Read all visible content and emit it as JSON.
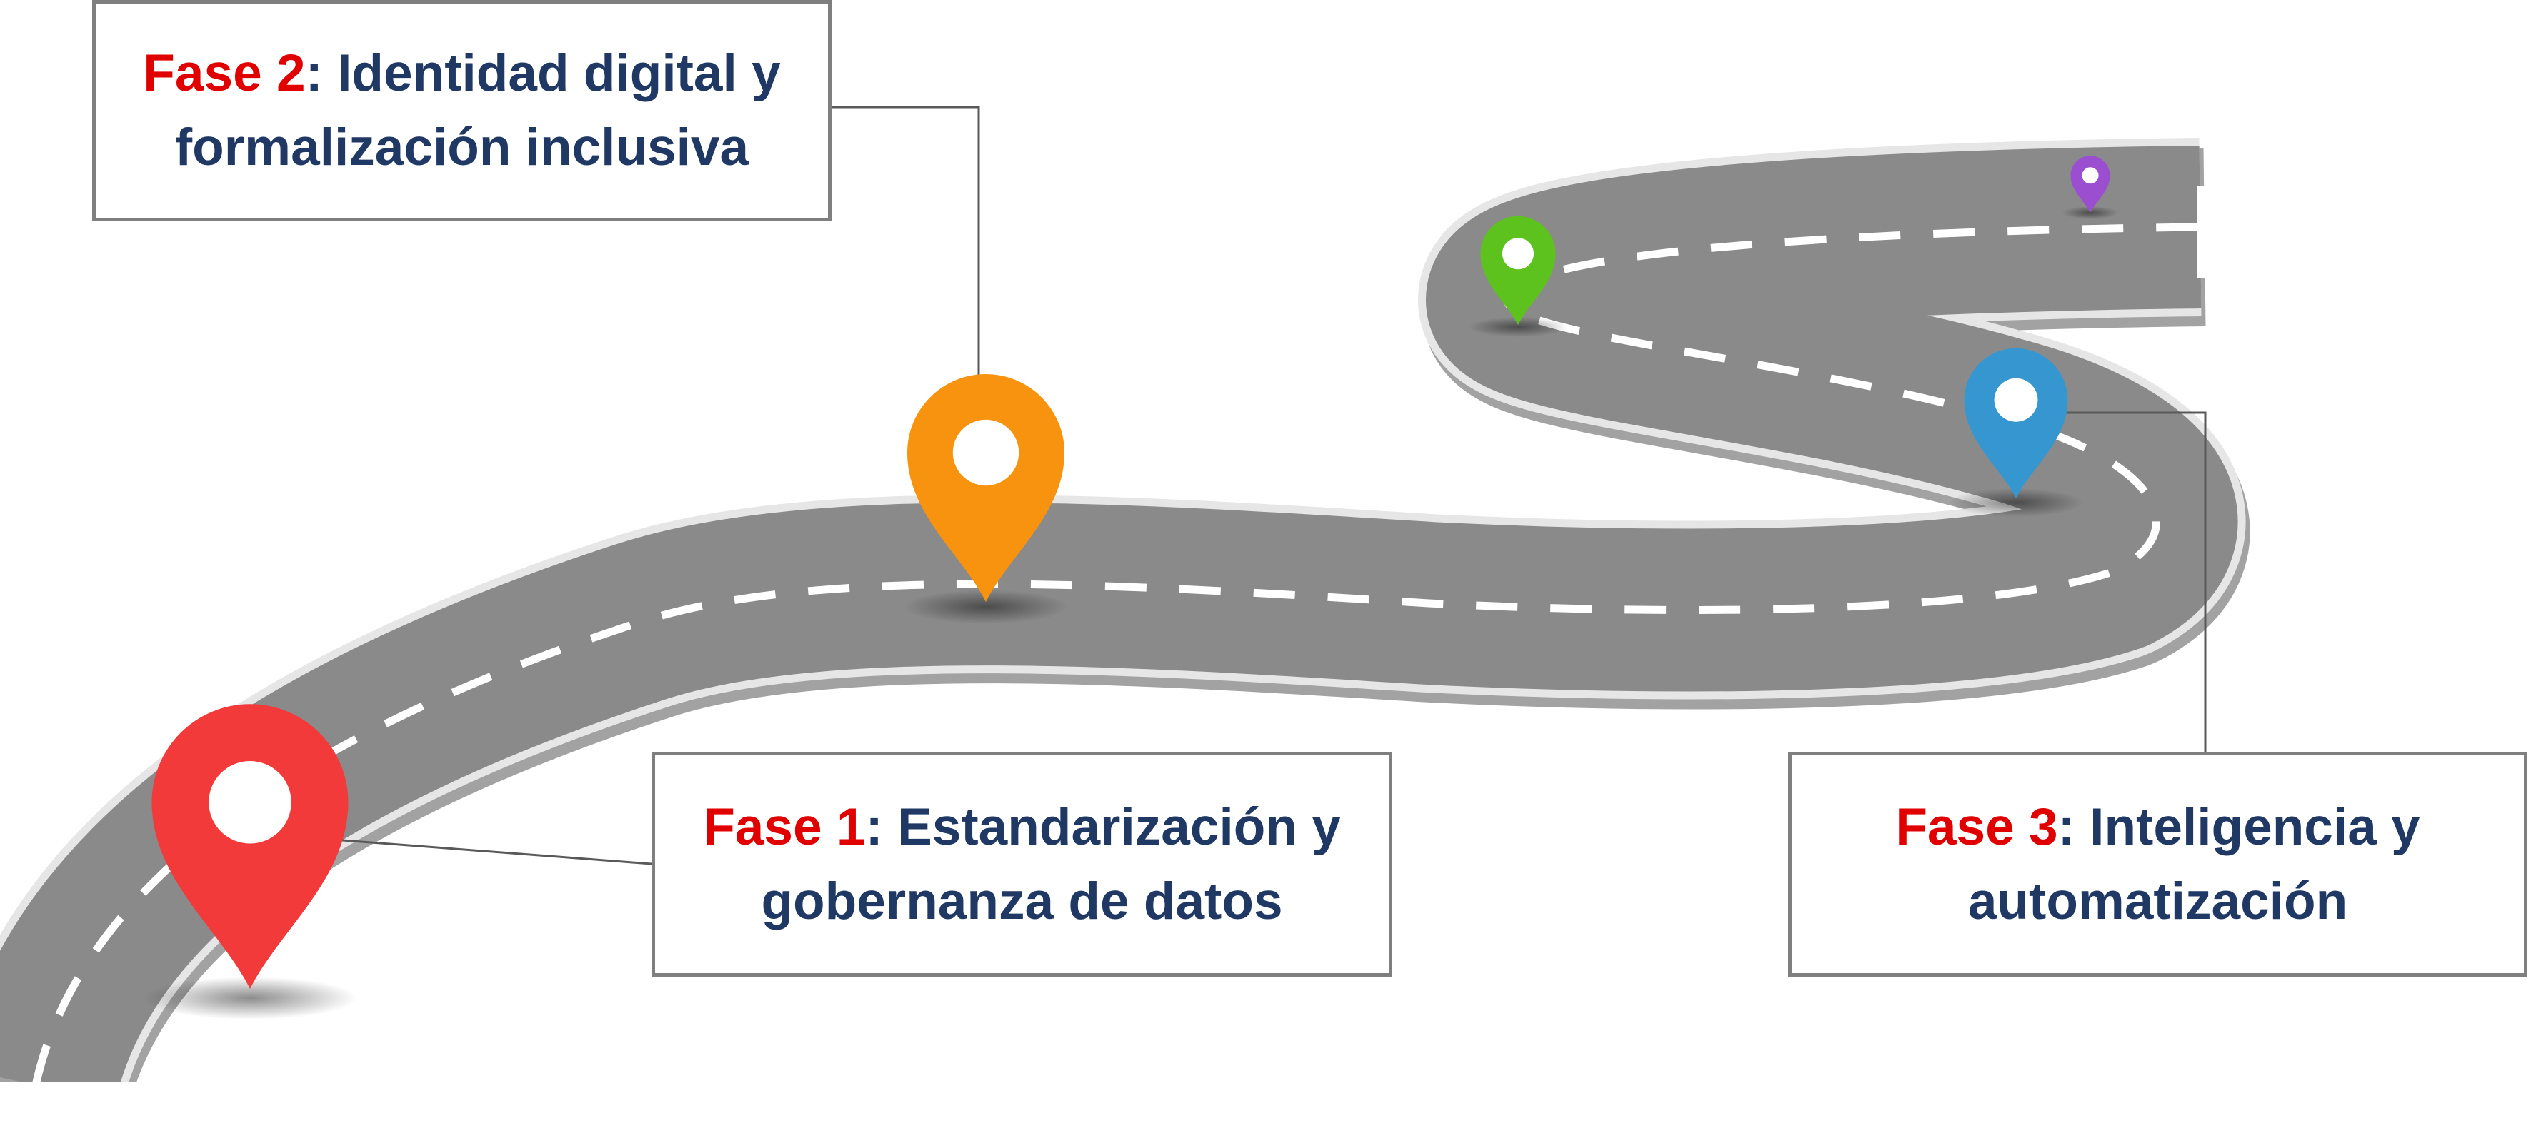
{
  "phases": [
    {
      "id": "fase-1",
      "label": "Fase 1",
      "title_line_1": ": Estandarización y",
      "title_line_2": "gobernanza de datos",
      "pin_color": "#f23a3a"
    },
    {
      "id": "fase-2",
      "label": "Fase 2",
      "title_line_1": ": Identidad digital y",
      "title_line_2": "formalización inclusiva",
      "pin_color": "#f7930e"
    },
    {
      "id": "fase-3",
      "label": "Fase 3",
      "title_line_1": ": Inteligencia y",
      "title_line_2": "automatización",
      "pin_color": "#3596d0"
    }
  ],
  "extra_pins": [
    {
      "id": "green-pin",
      "pin_color": "#5dc21e"
    },
    {
      "id": "purple-pin",
      "pin_color": "#9b4fd0"
    }
  ],
  "colors": {
    "phase_word": "#e00000",
    "title_text": "#1f3864",
    "box_border": "#7f7f7f",
    "road_asphalt": "#8a8a8a",
    "road_edge": "#e6e6e6",
    "road_dash": "#ffffff",
    "connector_line": "#595959"
  },
  "icons": [
    "map-pin-icon"
  ]
}
